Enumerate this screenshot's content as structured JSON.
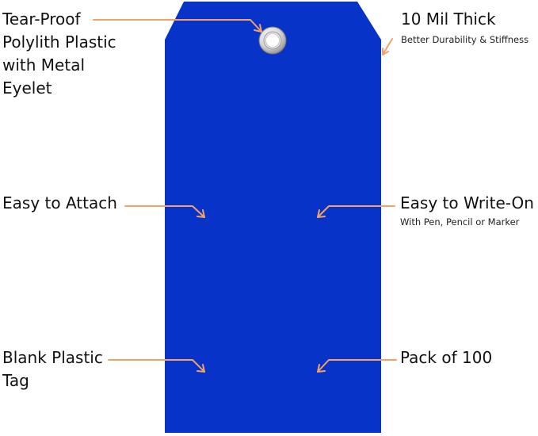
{
  "colors": {
    "tag": "#0733c8",
    "arrow": "#f2a268",
    "text": "#111111"
  },
  "icons": {
    "eyelet": "metal-eyelet-icon"
  },
  "labels": {
    "tear_proof": [
      "Tear-Proof",
      "Polylith Plastic",
      "with Metal",
      "Eyelet"
    ],
    "mil_thick": "10 Mil Thick",
    "mil_thick_sub": "Better Durability & Stiffness",
    "easy_attach": "Easy to Attach",
    "easy_write": "Easy to Write-On",
    "easy_write_sub": "With Pen, Pencil or Marker",
    "blank_tag": [
      "Blank Plastic",
      "Tag"
    ],
    "pack": "Pack of 100"
  }
}
